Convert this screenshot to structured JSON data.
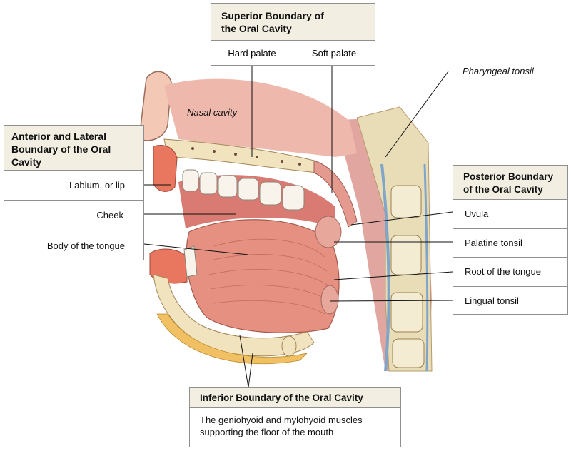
{
  "diagram": {
    "nasal_cavity_label": "Nasal cavity",
    "pharyngeal_tonsil_label": "Pharyngeal tonsil"
  },
  "superior": {
    "title_line1": "Superior Boundary of",
    "title_line2": "the Oral Cavity",
    "items": [
      "Hard palate",
      "Soft palate"
    ]
  },
  "anterior": {
    "title_line1": "Anterior and Lateral",
    "title_line2": "Boundary of the Oral",
    "title_line3": "Cavity",
    "items": [
      "Labium, or lip",
      "Cheek",
      "Body of the tongue"
    ]
  },
  "posterior": {
    "title_line1": "Posterior Boundary",
    "title_line2": "of the Oral Cavity",
    "items": [
      "Uvula",
      "Palatine tonsil",
      "Root of the tongue",
      "Lingual tonsil"
    ]
  },
  "inferior": {
    "title": "Inferior Boundary of the Oral Cavity",
    "desc_line1": "The geniohyoid and mylohyoid muscles",
    "desc_line2": "supporting the floor of the mouth"
  }
}
